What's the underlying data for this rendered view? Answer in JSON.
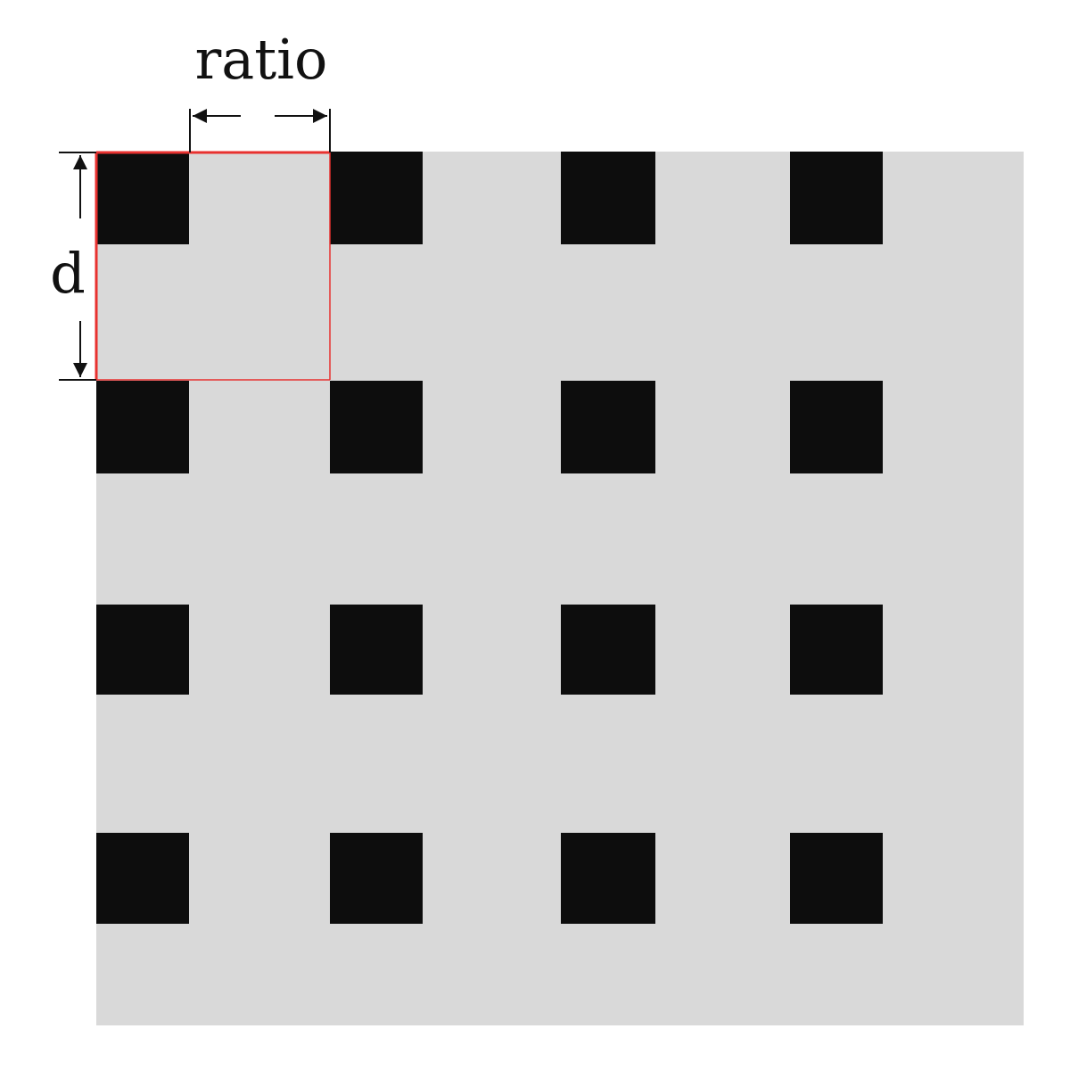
{
  "labels": {
    "ratio": "ratio",
    "d": "d"
  },
  "grid": {
    "rows": 4,
    "columns": 4
  },
  "colors": {
    "background": "#d9d9d9",
    "square": "#0d0d0d",
    "unit_cell_outline": "#e8312f",
    "dimension_line": "#111111"
  }
}
